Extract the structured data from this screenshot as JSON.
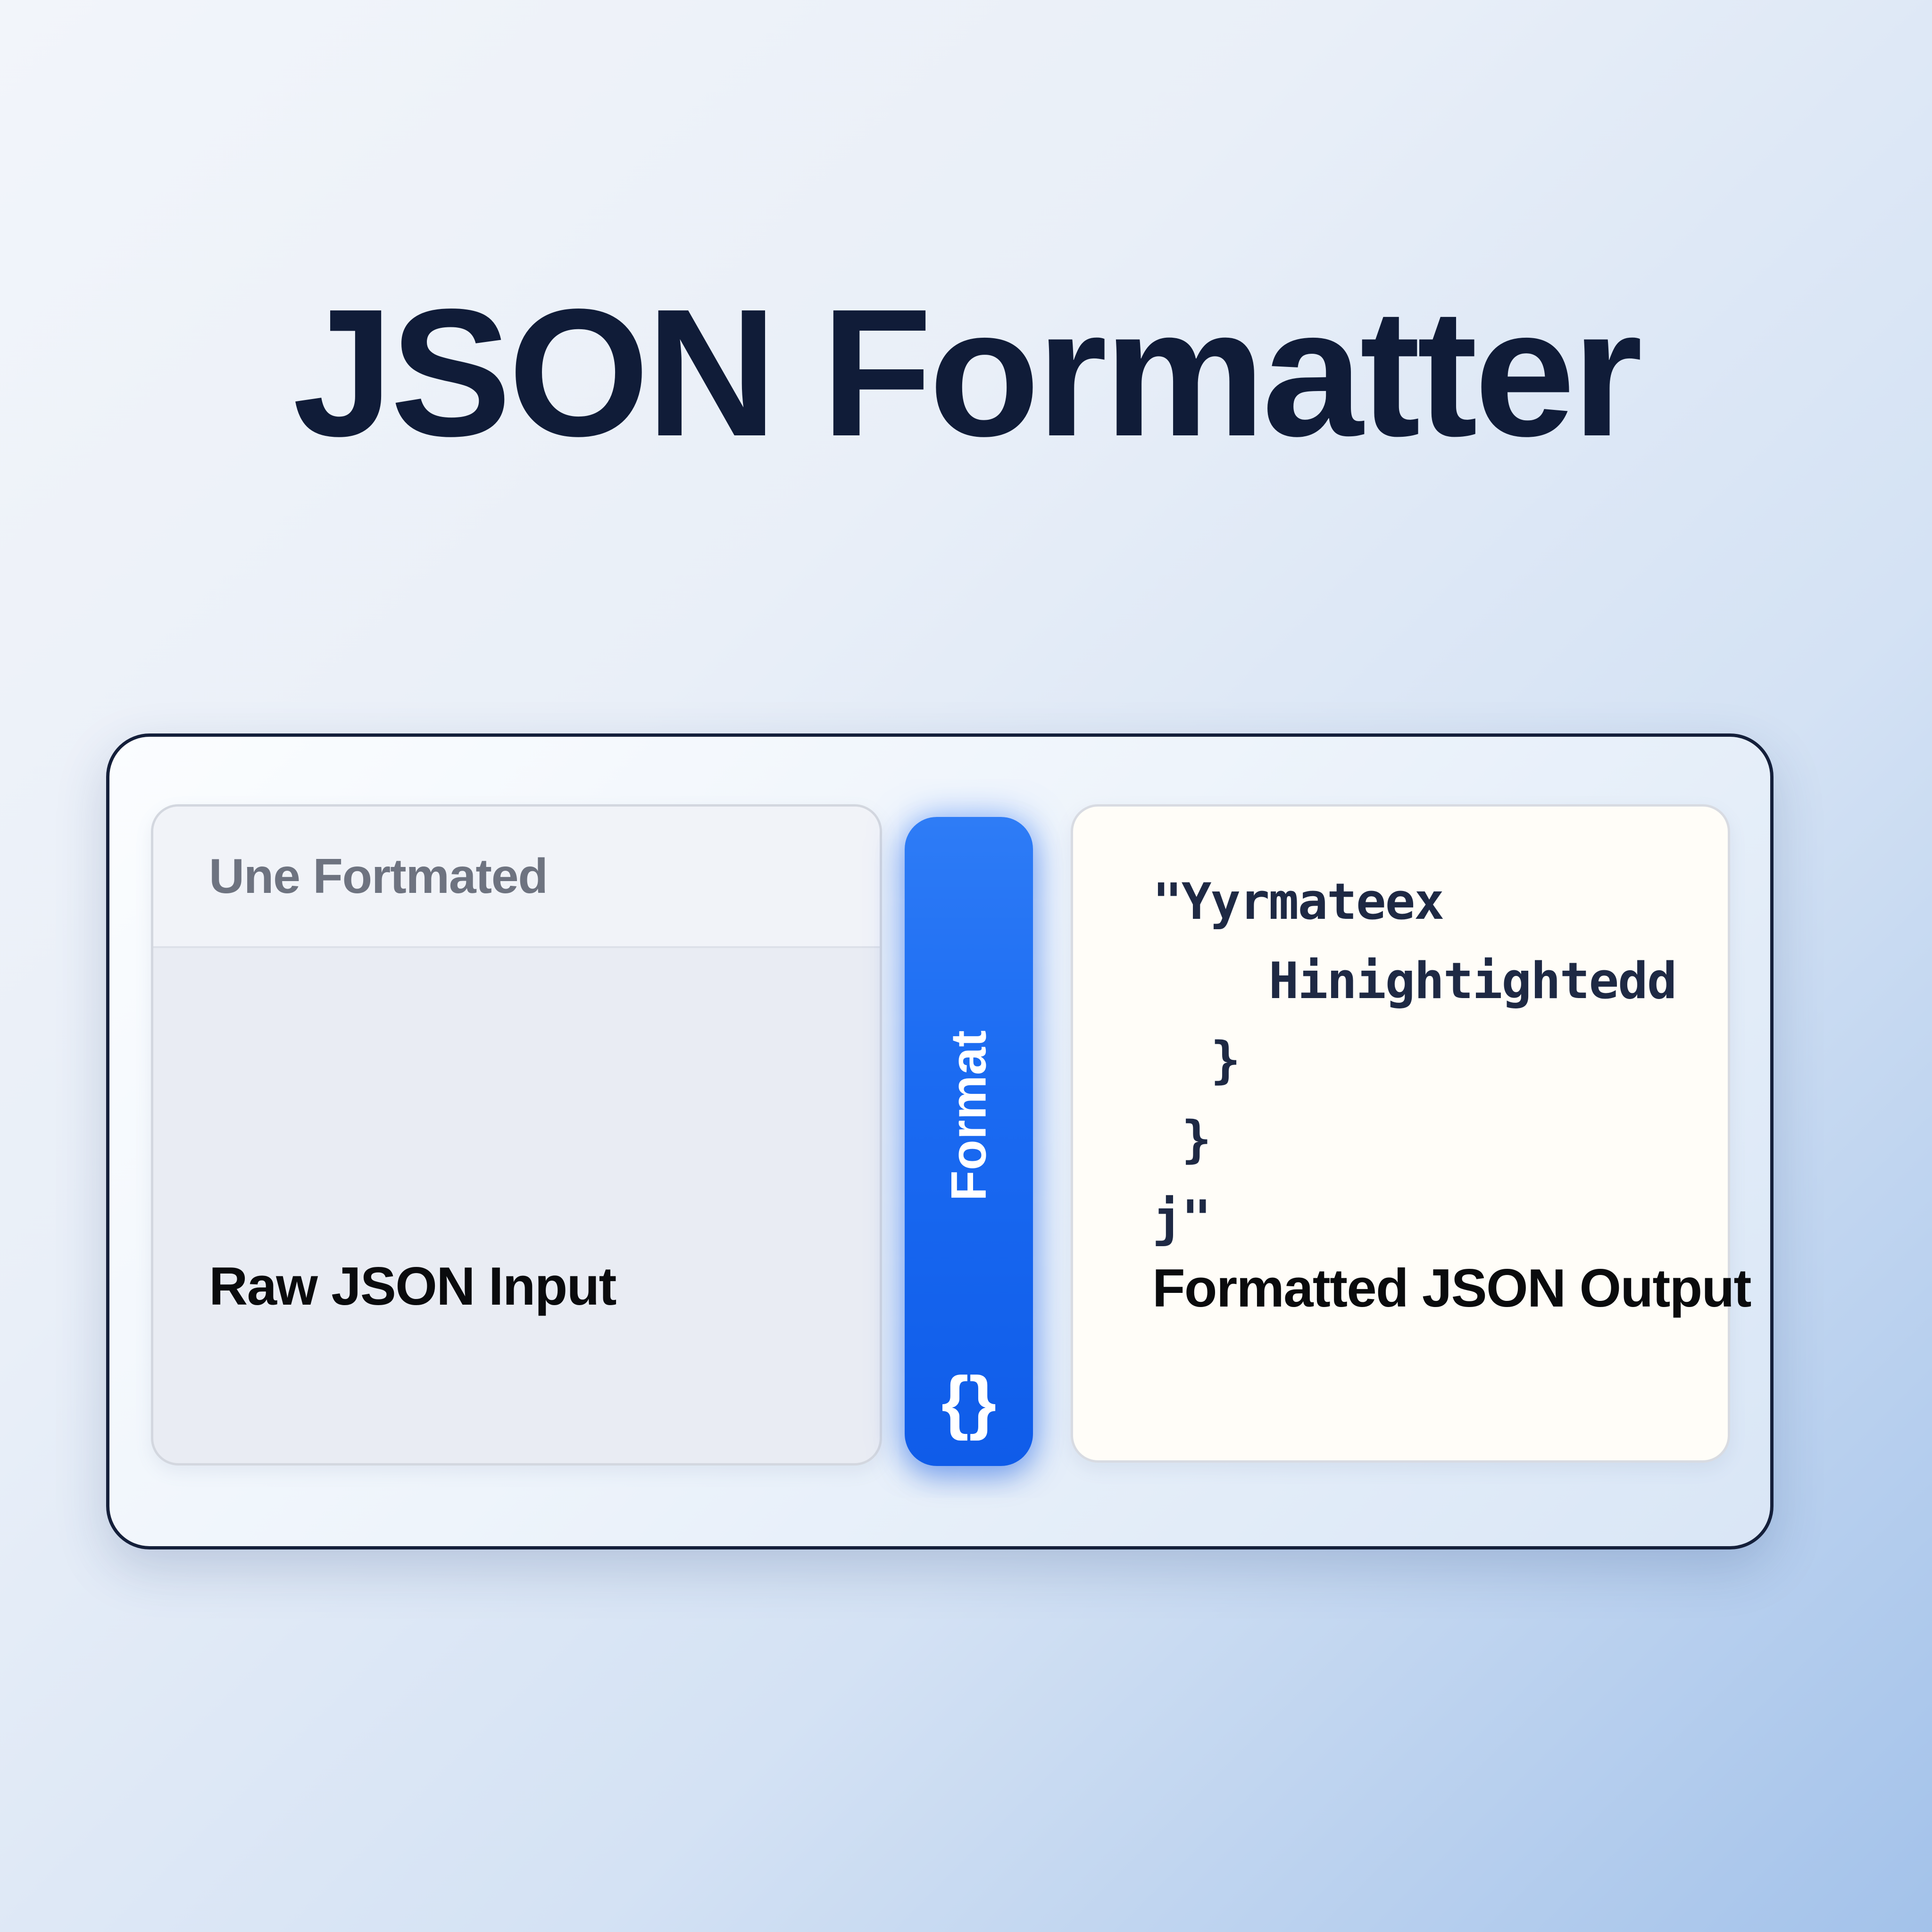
{
  "title": "JSON Formatter",
  "input_panel": {
    "placeholder": "Une Fortmated",
    "label": "Raw JSON Input"
  },
  "format_button": {
    "label": "Format",
    "icon_glyph": "{}"
  },
  "output_panel": {
    "code": "\"Yyrmateex\n    Hinightightedd\n  }\n }\nj\"",
    "label": "Formatted JSON Output"
  },
  "colors": {
    "accent_blue": "#1b6bf2",
    "title_navy": "#101c38",
    "code_navy": "#1e2944",
    "card_border": "#141f3a",
    "placeholder_gray": "#6e7380",
    "background_top_left": "#f2f5fa",
    "background_bottom_right": "#a3c2ea"
  }
}
